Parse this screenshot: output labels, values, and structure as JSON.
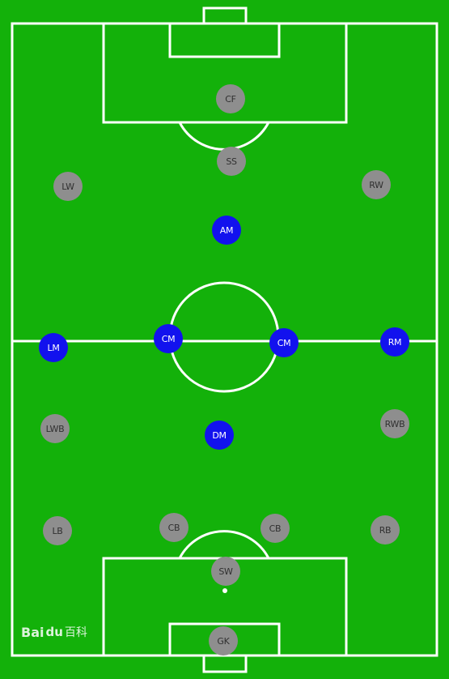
{
  "pitch": {
    "grass_color": "#13b10a",
    "line_color": "#ffffff"
  },
  "position_colors": {
    "unused": "#8e8e8e",
    "used": "#1212ee"
  },
  "positions": [
    {
      "id": "cf",
      "label": "CF",
      "used": false
    },
    {
      "id": "ss",
      "label": "SS",
      "used": false
    },
    {
      "id": "lw",
      "label": "LW",
      "used": false
    },
    {
      "id": "rw",
      "label": "RW",
      "used": false
    },
    {
      "id": "am",
      "label": "AM",
      "used": true
    },
    {
      "id": "lm",
      "label": "LM",
      "used": true
    },
    {
      "id": "cm-left",
      "label": "CM",
      "used": true
    },
    {
      "id": "cm-right",
      "label": "CM",
      "used": true
    },
    {
      "id": "rm",
      "label": "RM",
      "used": true
    },
    {
      "id": "lwb",
      "label": "LWB",
      "used": false
    },
    {
      "id": "dm",
      "label": "DM",
      "used": true
    },
    {
      "id": "rwb",
      "label": "RWB",
      "used": false
    },
    {
      "id": "lb",
      "label": "LB",
      "used": false
    },
    {
      "id": "cb-left",
      "label": "CB",
      "used": false
    },
    {
      "id": "cb-right",
      "label": "CB",
      "used": false
    },
    {
      "id": "rb",
      "label": "RB",
      "used": false
    },
    {
      "id": "sw",
      "label": "SW",
      "used": false
    },
    {
      "id": "gk",
      "label": "GK",
      "used": false
    }
  ],
  "watermark": {
    "latin": "Bai",
    "paw": "du",
    "cn": "百科"
  }
}
